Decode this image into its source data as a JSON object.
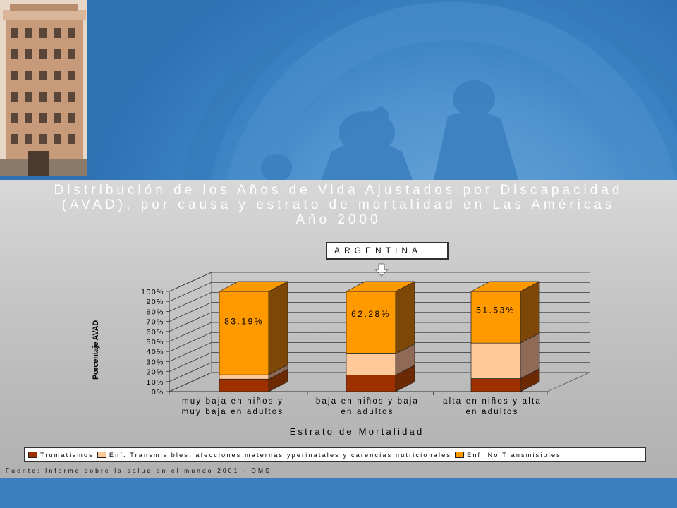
{
  "slide": {
    "title_lines": [
      "Distribución de los Años de Vida Ajustados por Discapacidad",
      "(AVAD), por causa y estrato de mortalidad en Las Américas",
      "Año 2000"
    ],
    "callout": "ARGENTINA",
    "source": "Fuente: Informe sobre la salud en el mundo 2001 - OMS"
  },
  "colors": {
    "banner": "#3a82c3",
    "front": [
      "#9e3000",
      "#ffc999",
      "#ff9900"
    ],
    "side": [
      "#6b2a04",
      "#8e6a57",
      "#7c4707"
    ],
    "top": "#ff9900"
  },
  "chart_data": {
    "type": "bar",
    "stacked": true,
    "three_d": true,
    "categories": [
      [
        "muy baja en niños y",
        "muy baja en adultos"
      ],
      [
        "baja en niños y baja",
        "en adultos"
      ],
      [
        "alta en niños y alta",
        "en adultos"
      ]
    ],
    "series": [
      {
        "name": "Trumatismos",
        "values": [
          12.5,
          16.5,
          13.0
        ]
      },
      {
        "name": "Enf. Transmisibles, afecciones maternas yperinatales y carencias nutricionales",
        "values": [
          4.31,
          21.22,
          35.47
        ]
      },
      {
        "name": "Enf. No Transmisibles",
        "values": [
          83.19,
          62.28,
          51.53
        ]
      }
    ],
    "data_labels": [
      "83.19%",
      "62.28%",
      "51.53%"
    ],
    "ylim": [
      0,
      100
    ],
    "yticks": [
      "0%",
      "10%",
      "20%",
      "30%",
      "40%",
      "50%",
      "60%",
      "70%",
      "80%",
      "90%",
      "100%"
    ],
    "ylabel": "Porcentaje AVAD",
    "xlabel": "Estrato de Mortalidad",
    "grid": true,
    "legend_position": "bottom"
  }
}
